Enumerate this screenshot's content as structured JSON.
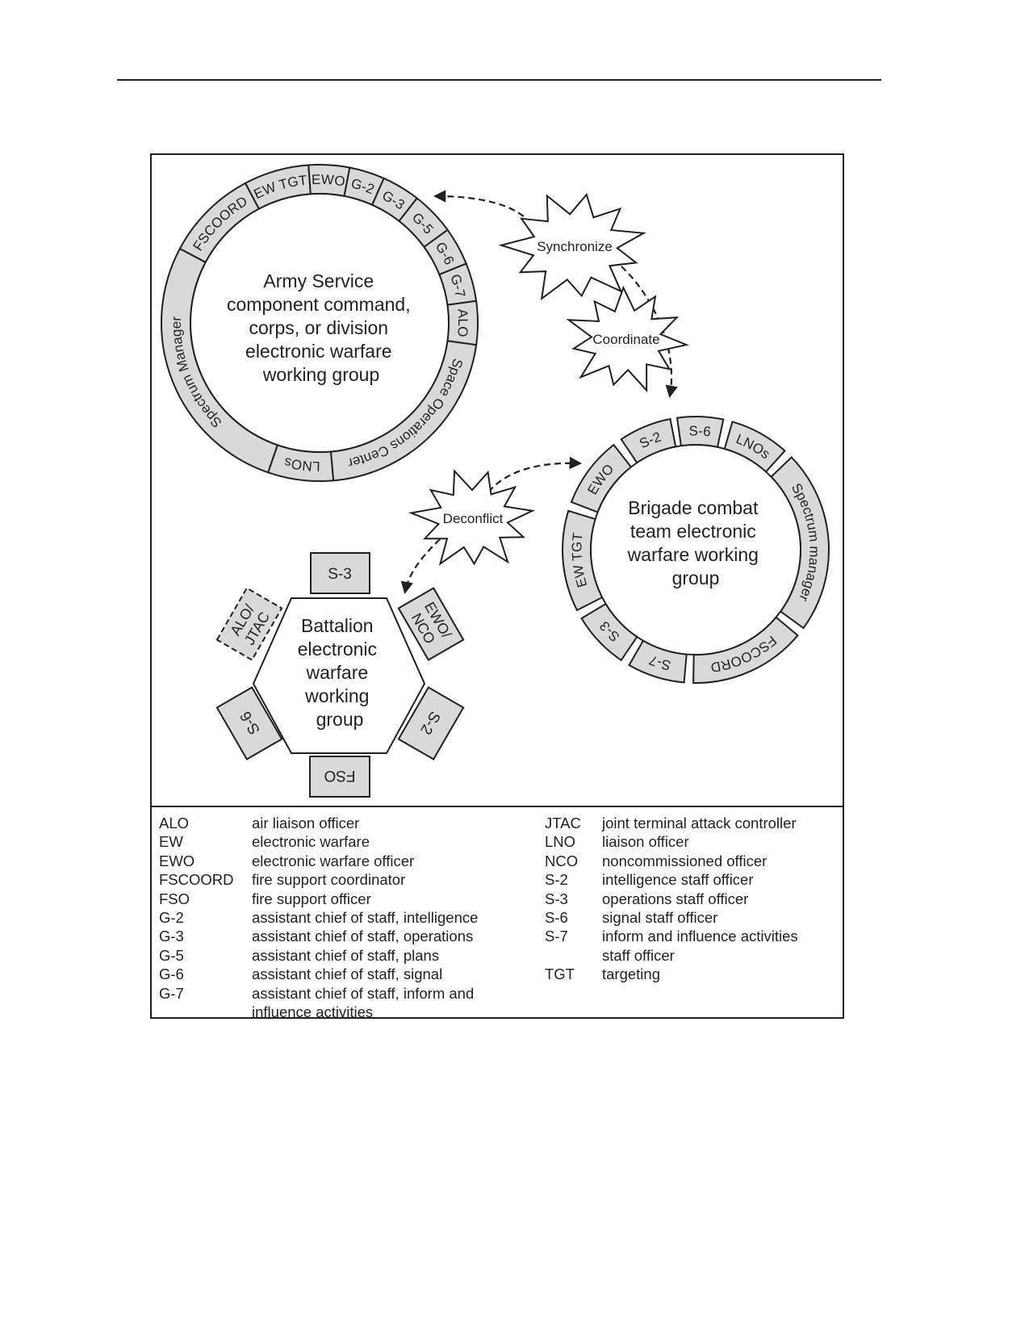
{
  "diagram": {
    "asccg": {
      "center_lines": [
        "Army Service",
        "component command,",
        "corps, or division",
        "electronic warfare",
        "working group"
      ],
      "segments": [
        "Spectrum Manager",
        "FSCOORD",
        "EW TGT",
        "EWO",
        "G-2",
        "G-3",
        "G-5",
        "G-6",
        "G-7",
        "ALO",
        "Space Operations Center",
        "LNOs"
      ]
    },
    "bct": {
      "center_lines": [
        "Brigade combat",
        "team electronic",
        "warfare working",
        "group"
      ],
      "segments": [
        "EW TGT",
        "EWO",
        "S-2",
        "S-6",
        "LNOs",
        "Spectrum manager",
        "FSCOORD",
        "S-7",
        "S-3"
      ]
    },
    "battalion": {
      "center_lines": [
        "Battalion",
        "electronic",
        "warfare",
        "working",
        "group"
      ],
      "boxes": [
        "S-3",
        "EWO/ NCO",
        "S-2",
        "FSO",
        "S-6",
        "ALO/ JTAC"
      ]
    },
    "callouts": {
      "synchronize": "Synchronize",
      "coordinate": "Coordinate",
      "deconflict": "Deconflict"
    },
    "colors": {
      "fill": "#d9d9d9",
      "stroke": "#231f20",
      "background": "#ffffff"
    }
  },
  "legend": {
    "left": [
      {
        "abbr": "ALO",
        "def": "air liaison officer"
      },
      {
        "abbr": "EW",
        "def": "electronic warfare"
      },
      {
        "abbr": "EWO",
        "def": "electronic warfare officer"
      },
      {
        "abbr": "FSCOORD",
        "def": "fire support coordinator"
      },
      {
        "abbr": "FSO",
        "def": "fire support officer"
      },
      {
        "abbr": "G-2",
        "def": "assistant chief of staff, intelligence"
      },
      {
        "abbr": "G-3",
        "def": "assistant chief of staff, operations"
      },
      {
        "abbr": "G-5",
        "def": "assistant chief of staff, plans"
      },
      {
        "abbr": "G-6",
        "def": "assistant chief of staff, signal"
      },
      {
        "abbr": "G-7",
        "def": "assistant chief of staff, inform and"
      },
      {
        "abbr": "",
        "def": "influence activities"
      }
    ],
    "right": [
      {
        "abbr": "JTAC",
        "def": "joint terminal attack controller"
      },
      {
        "abbr": "LNO",
        "def": "liaison officer"
      },
      {
        "abbr": "NCO",
        "def": "noncommissioned officer"
      },
      {
        "abbr": "S-2",
        "def": "intelligence staff officer"
      },
      {
        "abbr": "S-3",
        "def": "operations staff officer"
      },
      {
        "abbr": "S-6",
        "def": "signal staff officer"
      },
      {
        "abbr": "S-7",
        "def": "inform and influence activities"
      },
      {
        "abbr": "",
        "def": "staff officer"
      },
      {
        "abbr": "TGT",
        "def": "targeting"
      }
    ]
  }
}
